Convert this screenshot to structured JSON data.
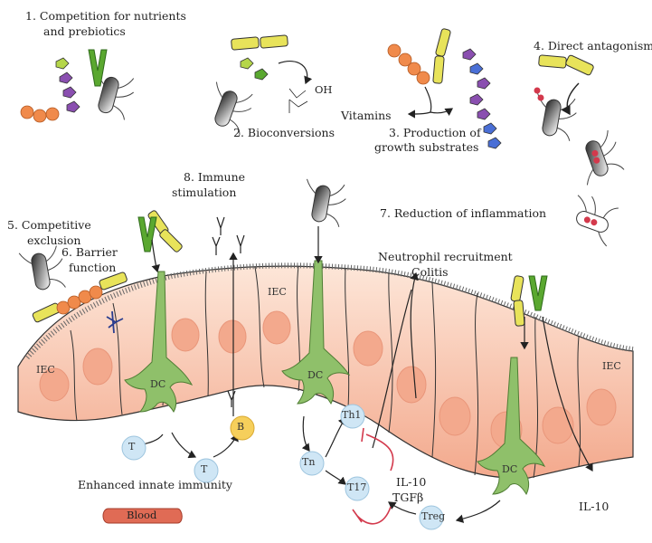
{
  "processes": {
    "p1": "1. Competition for nutrients",
    "p1b": "and prebiotics",
    "p2": "2. Bioconversions",
    "p3": "3. Production of",
    "p3b": "growth substrates",
    "p4": "4. Direct antagonism",
    "p5": "5. Competitive",
    "p5b": "exclusion",
    "p6": "6. Barrier",
    "p6b": "function",
    "p7": "7. Reduction of inflammation",
    "p8": "8. Immune",
    "p8b": "stimulation"
  },
  "labels": {
    "vitamins": "Vitamins",
    "oh": "OH",
    "neutrophil": "Neutrophil recruitment",
    "colitis": "Colitis",
    "iec": "IEC",
    "dc": "DC",
    "t": "T",
    "b": "B",
    "tn": "Tn",
    "th1": "Th1",
    "t17": "T17",
    "treg": "Treg",
    "il10": "IL-10",
    "tgf": "TGFβ",
    "innate": "Enhanced innate immunity",
    "blood": "Blood"
  },
  "colors": {
    "epithelium": "#f6c6ae",
    "nucleus": "#f3a98d",
    "dc_green": "#7fb35a",
    "yellow_bacteria": "#e8e35a",
    "orange_beads": "#f08a4b",
    "purple_beads": "#8a4fb0",
    "blue_beads": "#4a6fd6",
    "tcell": "#cfe6f5",
    "bcell": "#f6cf5b",
    "inhibition_red": "#d3394c",
    "blood": "#e06b55"
  }
}
